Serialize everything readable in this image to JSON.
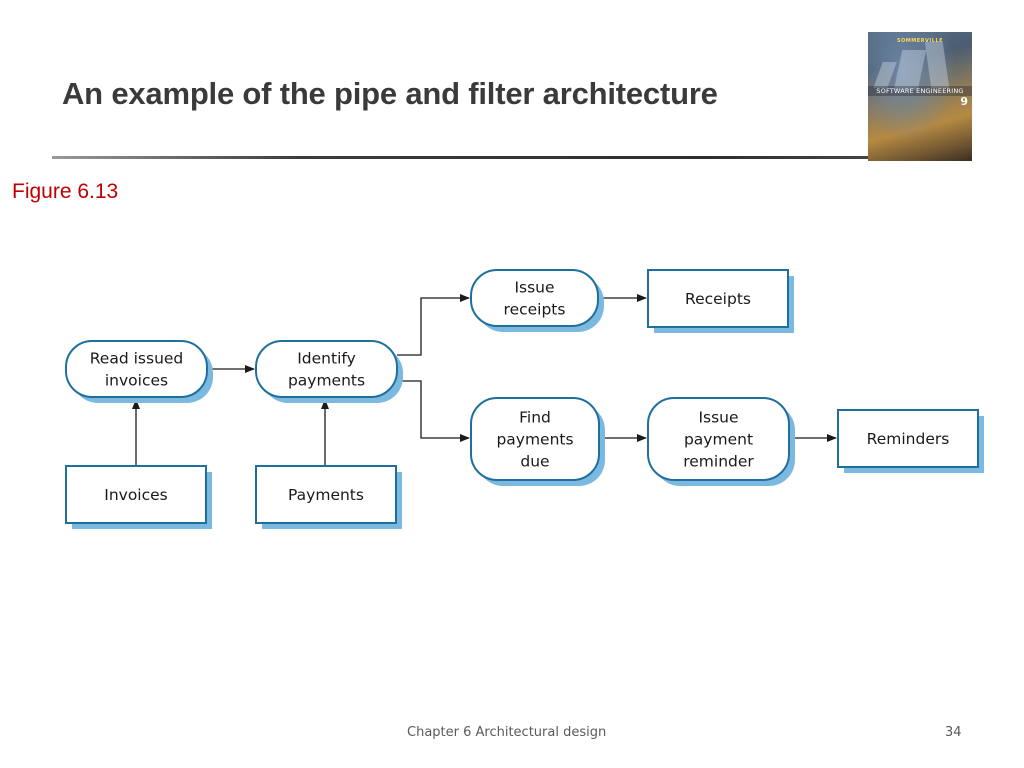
{
  "slide": {
    "title": "An example of the pipe and filter architecture",
    "figure_label": "Figure 6.13"
  },
  "book_cover": {
    "publisher": "SOMMERVILLE",
    "title": "SOFTWARE ENGINEERING",
    "edition": "9"
  },
  "diagram": {
    "node_fill": "#ffffff",
    "node_stroke": "#1e6f9e",
    "shadow": "#7cb9e0",
    "nodes": {
      "read_invoices": [
        "Read issued",
        "invoices"
      ],
      "identify_payments": [
        "Identify",
        "payments"
      ],
      "issue_receipts": [
        "Issue",
        "receipts"
      ],
      "find_payments_due": [
        "Find",
        "payments",
        "due"
      ],
      "issue_reminder": [
        "Issue",
        "payment",
        "reminder"
      ],
      "invoices": [
        "Invoices"
      ],
      "payments": [
        "Payments"
      ],
      "receipts": [
        "Receipts"
      ],
      "reminders": [
        "Reminders"
      ]
    }
  },
  "footer": {
    "chapter": "Chapter 6 Architectural design",
    "page": "34"
  }
}
